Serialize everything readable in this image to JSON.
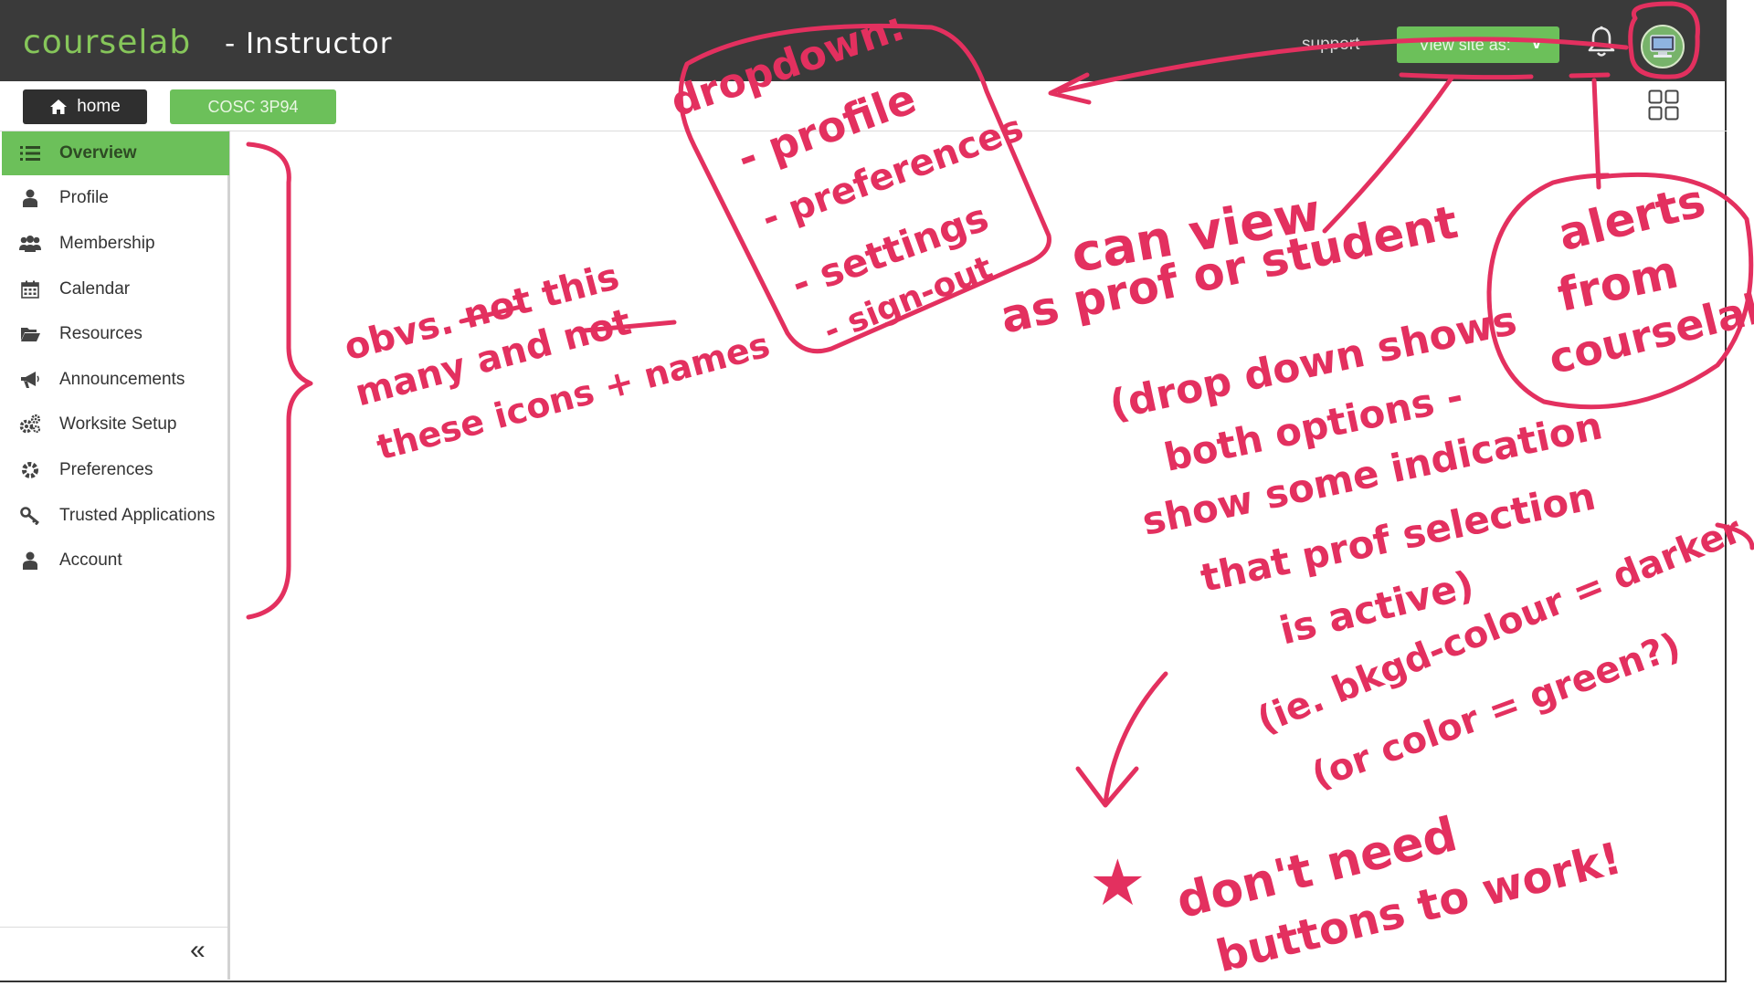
{
  "header": {
    "brand": "courselab",
    "brand_suffix": "- Instructor",
    "support_label": "support",
    "view_site_label": "View site as:",
    "view_site_caret": "v",
    "bell_icon": "bell-icon",
    "avatar_icon": "computer-avatar-icon"
  },
  "subbar": {
    "home_label": "home",
    "home_icon": "home-icon",
    "course_label": "COSC 3P94",
    "apps_icon": "grid-icon"
  },
  "sidebar": {
    "items": [
      {
        "label": "Overview",
        "icon": "list-icon",
        "active": true
      },
      {
        "label": "Profile",
        "icon": "user-icon"
      },
      {
        "label": "Membership",
        "icon": "users-icon"
      },
      {
        "label": "Calendar",
        "icon": "calendar-icon"
      },
      {
        "label": "Resources",
        "icon": "folder-open-icon"
      },
      {
        "label": "Announcements",
        "icon": "megaphone-icon"
      },
      {
        "label": "Worksite Setup",
        "icon": "gears-icon"
      },
      {
        "label": "Preferences",
        "icon": "gear-icon"
      },
      {
        "label": "Trusted Applications",
        "icon": "key-icon"
      },
      {
        "label": "Account",
        "icon": "user-icon"
      }
    ],
    "collapse_icon": "double-chevron-left-icon",
    "collapse_glyph": "«"
  },
  "annotations": {
    "dropdown_title": "dropdown:",
    "dropdown_items": [
      "- profile",
      "- preferences",
      "- settings",
      "- sign-out"
    ],
    "sidebar_note": [
      "obvs. not this",
      "many and not",
      "these icons + names"
    ],
    "can_view": [
      "can view",
      "as prof or student"
    ],
    "dropdown_shows": [
      "(drop down shows",
      "both options -",
      "show some indication",
      "that prof selection",
      "is active)"
    ],
    "bkgd_note": [
      "(ie. bkgd-colour = darker",
      "(or color = green?)"
    ],
    "alerts": [
      "alerts",
      "from",
      "courselab"
    ],
    "dont_need": [
      "don't need",
      "buttons to work!"
    ],
    "star": "★",
    "ink_color": "#e3305f",
    "accent_green": "#6cc05a",
    "header_dark": "#3a3a3a"
  }
}
